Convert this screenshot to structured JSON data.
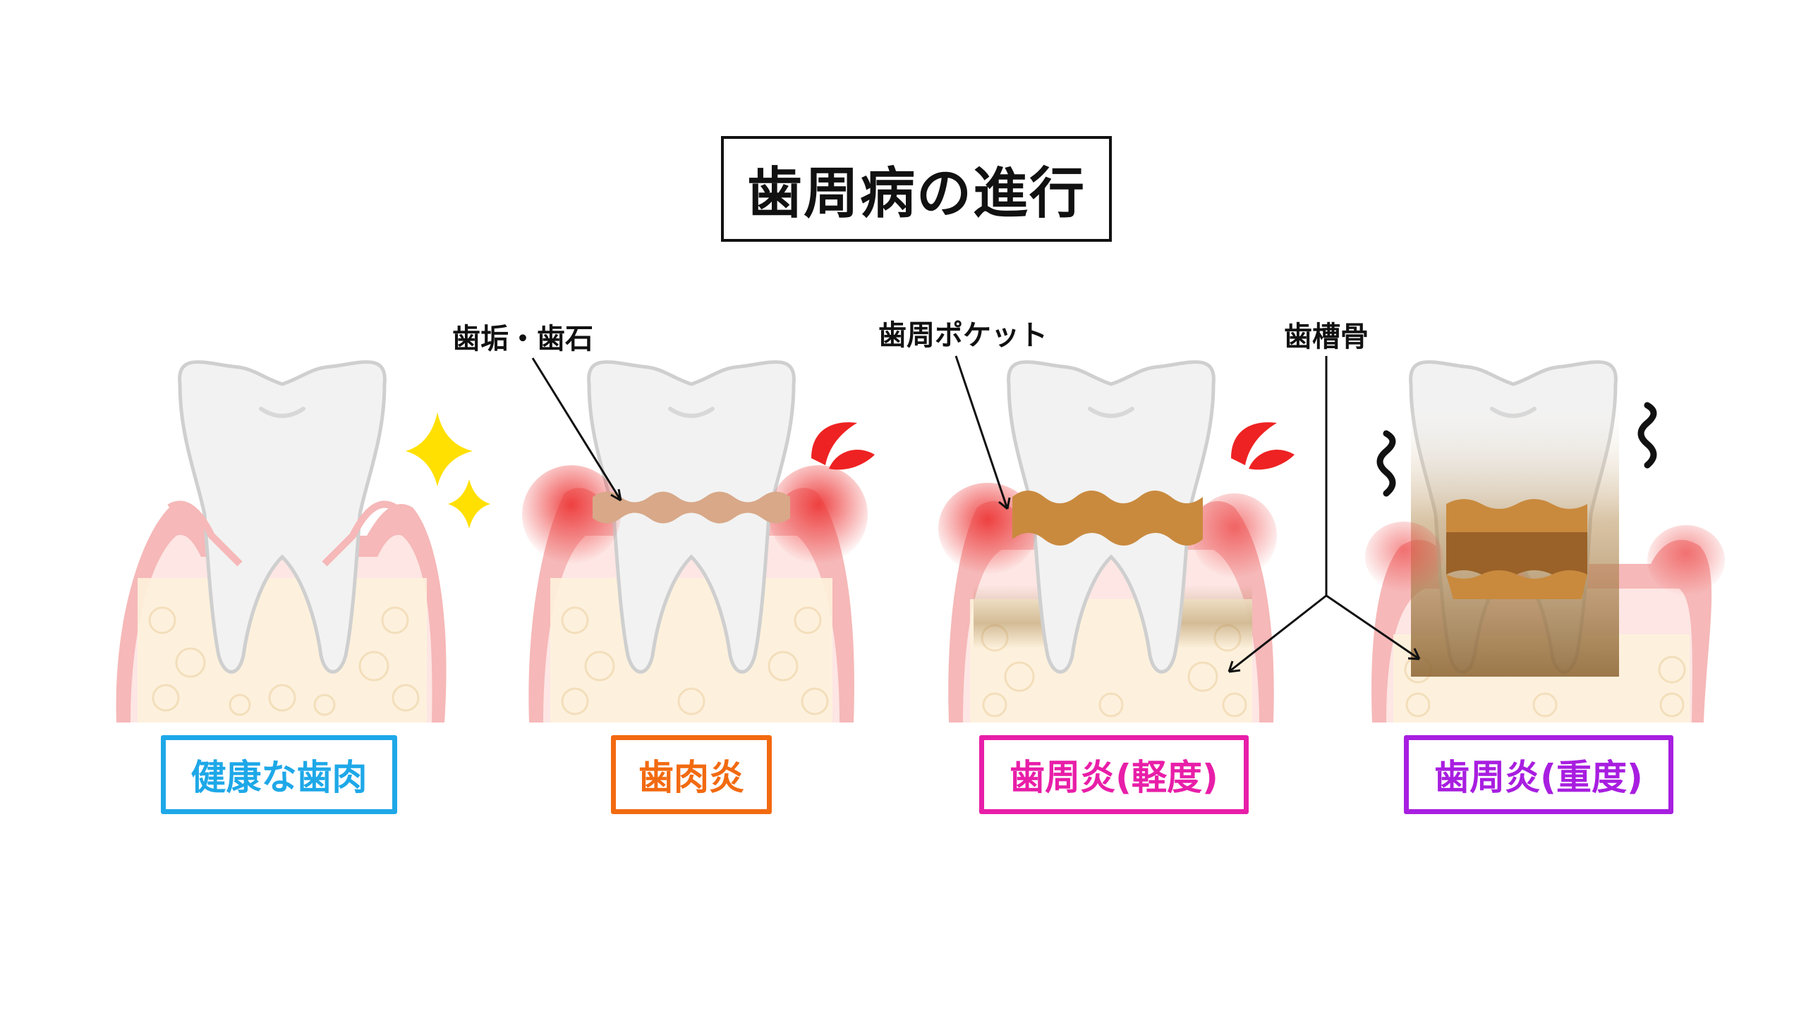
{
  "title": "歯周病の進行",
  "callouts": {
    "plaque_tartar": "歯垢・歯石",
    "periodontal_pocket": "歯周ポケット",
    "alveolar_bone": "歯槽骨"
  },
  "stages": [
    {
      "label": "健康な歯肉",
      "color": "#1ea8e8"
    },
    {
      "label": "歯肉炎",
      "color": "#f26a10"
    },
    {
      "label": "歯周炎(軽度)",
      "color": "#e81ea8"
    },
    {
      "label": "歯周炎(重度)",
      "color": "#a81ee0"
    }
  ],
  "colors": {
    "gum_outer": "#f6b8b8",
    "gum_inner": "#fde6e4",
    "bone": "#fdf2dc",
    "tooth": "#f2f2f2",
    "inflamed": "#ee4444",
    "plaque": "#d8a888",
    "tartar": "#c98a3e",
    "severe_tartar": "#9a6228",
    "sparkle": "#ffe000"
  },
  "icons": [
    "sparkle-icon",
    "pain-splash-icon",
    "wobble-icon"
  ]
}
